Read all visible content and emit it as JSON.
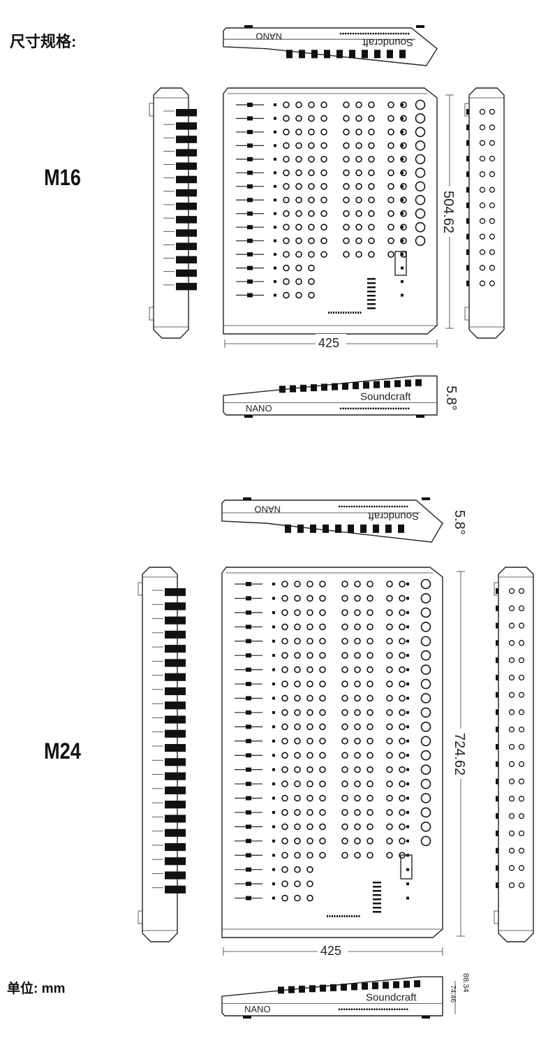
{
  "heading": "尺寸规格:",
  "unit_label": "单位: mm",
  "models": [
    {
      "name": "M16",
      "brand": "Soundcraft",
      "series_mark": "NANO",
      "dimensions": {
        "width": "425",
        "depth": "504.62",
        "angle": "5.8°"
      }
    },
    {
      "name": "M24",
      "brand": "Soundcraft",
      "series_mark": "NANO",
      "dimensions": {
        "width": "425",
        "depth": "724.62",
        "angle": "5.8°",
        "height_max": "88.34",
        "height_min": "74.46"
      }
    }
  ],
  "icons": [
    "mixer-top-view-icon",
    "mixer-side-view-icon",
    "mixer-rear-view-icon",
    "mixer-front-view-icon"
  ]
}
